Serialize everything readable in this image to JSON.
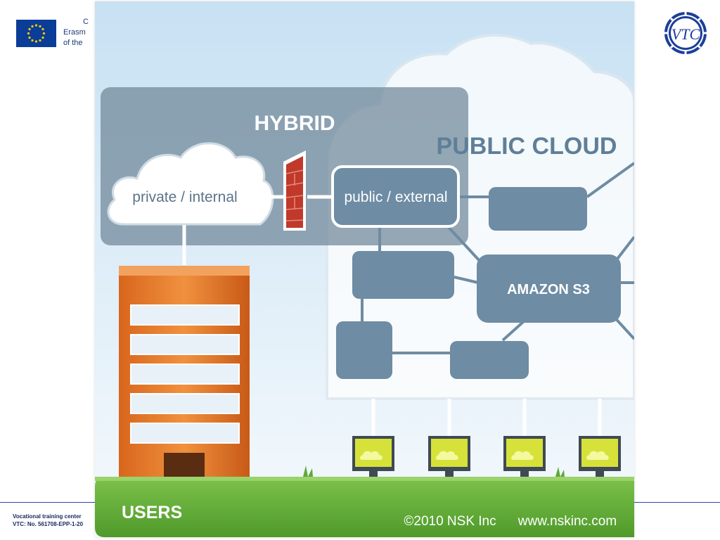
{
  "slide": {
    "header_lines": [
      "C",
      "Erasm",
      "of the"
    ],
    "footer_lines": [
      "Vocational training center",
      "VTC: No. 561708-EPP-1-20"
    ],
    "logo_text": "VTC"
  },
  "diagram": {
    "hybrid_label": "HYBRID",
    "public_cloud_label": "PUBLIC CLOUD",
    "private_node": "private / internal",
    "public_node": "public / external",
    "amazon_node": "AMAZON S3",
    "users_label": "USERS",
    "copyright": "©2010 NSK Inc",
    "website": "www.nskinc.com"
  },
  "colors": {
    "sky_top": "#cfe6f5",
    "sky_bottom": "#f4f9fc",
    "hybrid_box": "#7f95a8",
    "node_fill": "#6e8ca3",
    "building": "#e07a2a",
    "grass": "#6cb43f",
    "firewall": "#c0392b",
    "monitor_screen": "#d6e23a"
  },
  "icons": [
    "eu-flag-icon",
    "vtc-logo-icon",
    "firewall-icon",
    "building-icon",
    "monitor-icon"
  ]
}
